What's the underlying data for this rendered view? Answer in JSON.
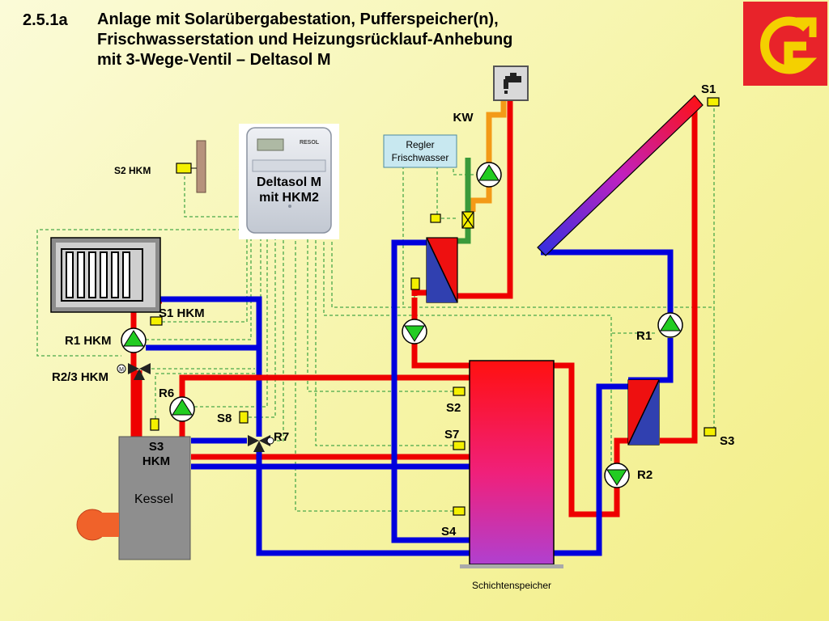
{
  "header": {
    "number": "2.5.1a",
    "title_lines": [
      "Anlage mit Solarübergabestation, Pufferspeicher(n),",
      "Frischwasserstation und Heizungsrücklauf-Anhebung",
      "mit 3-Wege-Ventil – Deltasol M"
    ]
  },
  "controller": {
    "brand": "RESOL",
    "label_line1": "Deltasol M",
    "label_line2": "mit HKM2"
  },
  "fresh_water": {
    "controller_line1": "Regler",
    "controller_line2": "Frischwasser",
    "cold_water": "KW"
  },
  "sensors": {
    "s1": "S1",
    "s2": "S2",
    "s3": "S3",
    "s4": "S4",
    "s7": "S7",
    "s8": "S8",
    "s1_hkm": "S1 HKM",
    "s2_hkm": "S2 HKM",
    "s3_hkm_line1": "S3",
    "s3_hkm_line2": "HKM"
  },
  "actuators": {
    "r1": "R1",
    "r2": "R2",
    "r6": "R6",
    "r7": "R7",
    "r1_hkm": "R1 HKM",
    "r23_hkm": "R2/3 HKM",
    "motor": "M"
  },
  "components": {
    "boiler": "Kessel",
    "storage": "Schichtenspeicher"
  },
  "colors": {
    "hot": "#ee0000",
    "cold": "#0000dd",
    "orange": "#f39a17",
    "green_pipe": "#3a9a3a",
    "signal": "#44aa44",
    "sensor": "#f4f000",
    "pump": "#22cc22",
    "logo_red": "#e8232a",
    "logo_yellow": "#f4d000"
  }
}
